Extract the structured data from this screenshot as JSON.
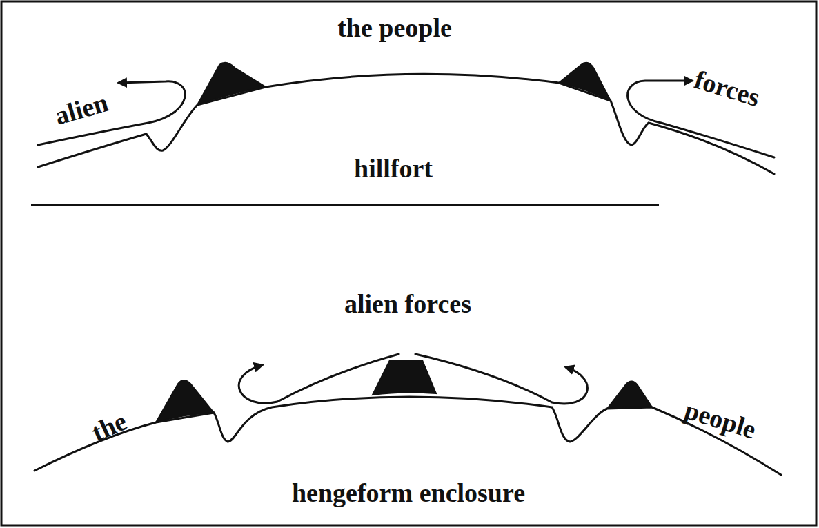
{
  "diagram": {
    "labels": [
      "the people",
      "alien",
      "forces",
      "hillfort",
      "alien forces",
      "the",
      "people",
      "hengeform enclosure"
    ]
  }
}
